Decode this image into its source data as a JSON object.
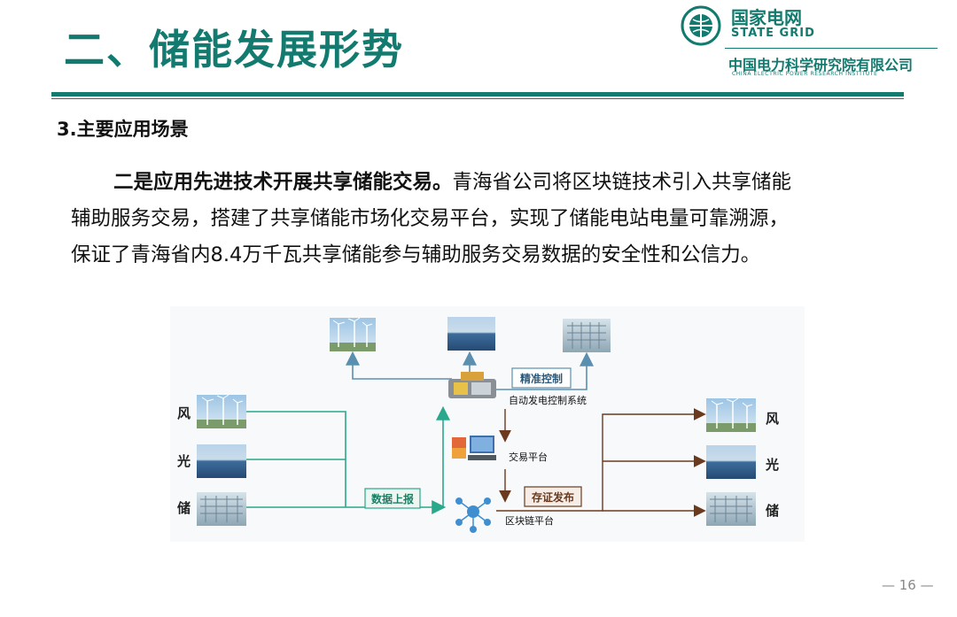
{
  "header": {
    "title": "二、储能发展形势",
    "logo_cn": "国家电网",
    "logo_en": "STATE GRID",
    "institute_cn": "中国电力科学研究院有限公司",
    "institute_en": "CHINA ELECTRIC POWER RESEARCH INSTITUTE"
  },
  "section": {
    "subtitle": "3.主要应用场景",
    "lead": "二是应用先进技术开展共享储能交易。",
    "line1_rest": "青海省公司将区块链技术引入共享储能",
    "line2": "辅助服务交易，搭建了共享储能市场化交易平台，实现了储能电站电量可靠溯源，",
    "line3": "保证了青海省内8.4万千瓦共享储能参与辅助服务交易数据的安全性和公信力。"
  },
  "diagram": {
    "left_labels": [
      "风",
      "光",
      "储"
    ],
    "right_labels": [
      "风",
      "光",
      "储"
    ],
    "label_precise_control": "精准控制",
    "label_agc": "自动发电控制系统",
    "label_trading": "交易平台",
    "label_data_report": "数据上报",
    "label_evidence": "存证发布",
    "label_blockchain": "区块链平台"
  },
  "footer": {
    "page": "— 16 —"
  },
  "colors": {
    "brand": "#127a6e",
    "teal_arrow": "#2aa88c",
    "blue_arrow": "#5b8fb0",
    "brown_arrow": "#6b3a1e"
  }
}
